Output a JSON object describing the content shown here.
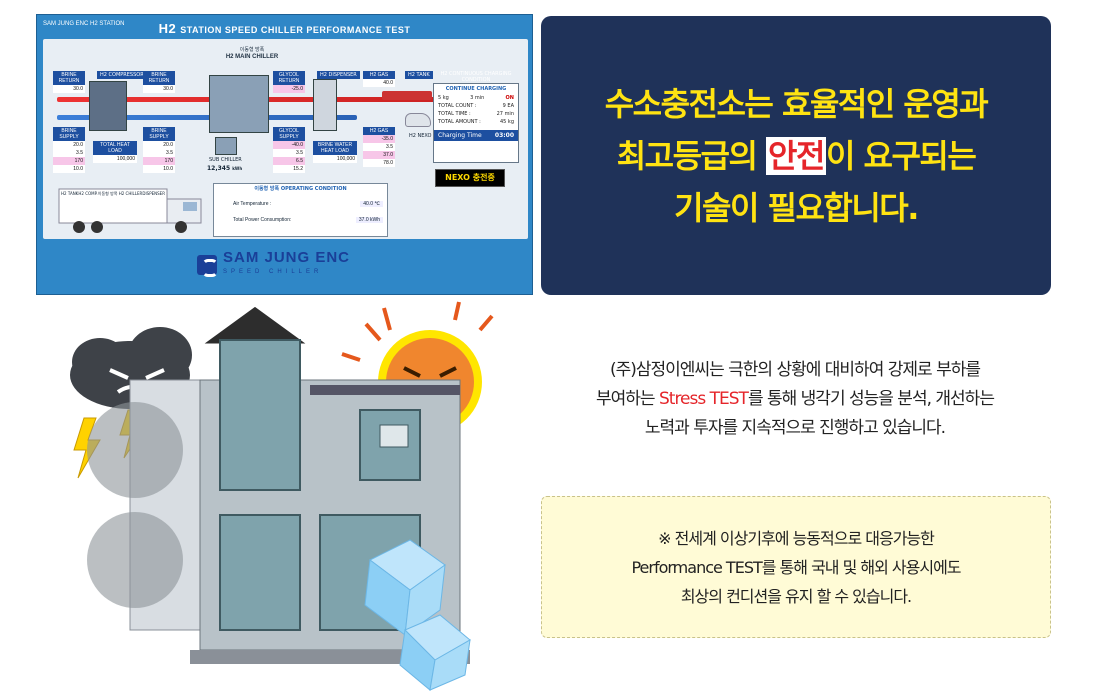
{
  "hmi": {
    "top_label": "SAM JUNG ENC H2 STATION",
    "title_h2": "H2",
    "title": "STATION SPEED CHILLER PERFORMANCE TEST",
    "main_chiller_sub": "이동형 방폭",
    "main_chiller": "H2 MAIN CHILLER",
    "compressor": "H2 COMPRESSOR",
    "dispenser": "H2 DISPENSER",
    "h2_tank": "H2 TANK",
    "sub_chiller": "SUB CHILLER",
    "sub_power": "12,345",
    "sub_power_unit": "kWh",
    "brine_return_1": "30.0",
    "brine_return_2": "30.0",
    "brine_supply_1": "20.0",
    "brine_supply_2": "20.0",
    "flow_1": "3.5",
    "flow_2": "3.5",
    "temp_a": "170",
    "temp_b": "170",
    "diff_1": "10.0",
    "diff_2": "10.0",
    "heat_load_1": "100,000",
    "glycol_return": "-25.0",
    "glycol_supply": "-40.0",
    "gas_1": "40.0",
    "gas_2": "-35.0",
    "flow_3": "3.5",
    "flow_4": "3.5",
    "temp_c": "6.5",
    "temp_d": "37.0",
    "diff_3": "15.2",
    "diff_4": "78.0",
    "heat_load_2": "100,000",
    "h2_nexo": "H2 NEXO",
    "charging": {
      "title": "H2 CONTINUOUS CHARGING CONDITION",
      "continue": "CONTINUE CHARGING",
      "kg": "5",
      "kg_unit": "kg",
      "min": "3",
      "min_unit": "min",
      "state": "ON",
      "total_count_label": "TOTAL COUNT :",
      "total_count": "9",
      "total_count_unit": "EA",
      "total_time_label": "TOTAL TIME :",
      "total_time": "27",
      "total_time_unit": "min",
      "total_amount_label": "TOTAL AMOUNT :",
      "total_amount": "45",
      "total_amount_unit": "kg",
      "charging_time_label": "Charging Time",
      "charging_time": "03:00"
    },
    "nexo_badge": "NEXO 충전중",
    "truck_labels": [
      "H2 TANK",
      "H2 COMP.",
      "이동형 방폭 H2 CHILLER",
      "DISPENSER"
    ],
    "op_title": "이동형 방폭 OPERATING CONDITION",
    "op_air_label": "Air Temperature :",
    "op_air": "40.0",
    "op_air_unit": "℃",
    "op_power_label": "Total Power Consumption:",
    "op_power": "37.0",
    "op_power_unit": "kWh",
    "brand_name": "SAM JUNG ENC",
    "brand_sub": "SPEED CHILLER"
  },
  "headline": {
    "line1": "수소충전소는 효율적인 운영과",
    "line2_pre": "최고등급의 ",
    "line2_highlight": "안전",
    "line2_post": "이 요구되는",
    "line3": "기술이 필요합니다."
  },
  "description": {
    "line1": "(주)삼정이엔씨는 극한의 상황에 대비하여 강제로 부하를",
    "line2_pre": "부여하는 ",
    "line2_highlight": "Stress TEST",
    "line2_post": "를 통해 냉각기 성능을 분석, 개선하는",
    "line3": "노력과 투자를 지속적으로 진행하고 있습니다."
  },
  "note": {
    "line1": "※ 전세계 이상기후에 능동적으로 대응가능한",
    "line2": "Performance TEST를 통해 국내 및 해외 사용시에도",
    "line3": "최상의 컨디션을 유지 할 수 있습니다."
  },
  "colors": {
    "headline_bg": "#1f3259",
    "headline_text": "#ffe312",
    "accent_red": "#e5252a",
    "note_bg": "#fffbd6",
    "hmi_bg": "#2f87c7"
  }
}
